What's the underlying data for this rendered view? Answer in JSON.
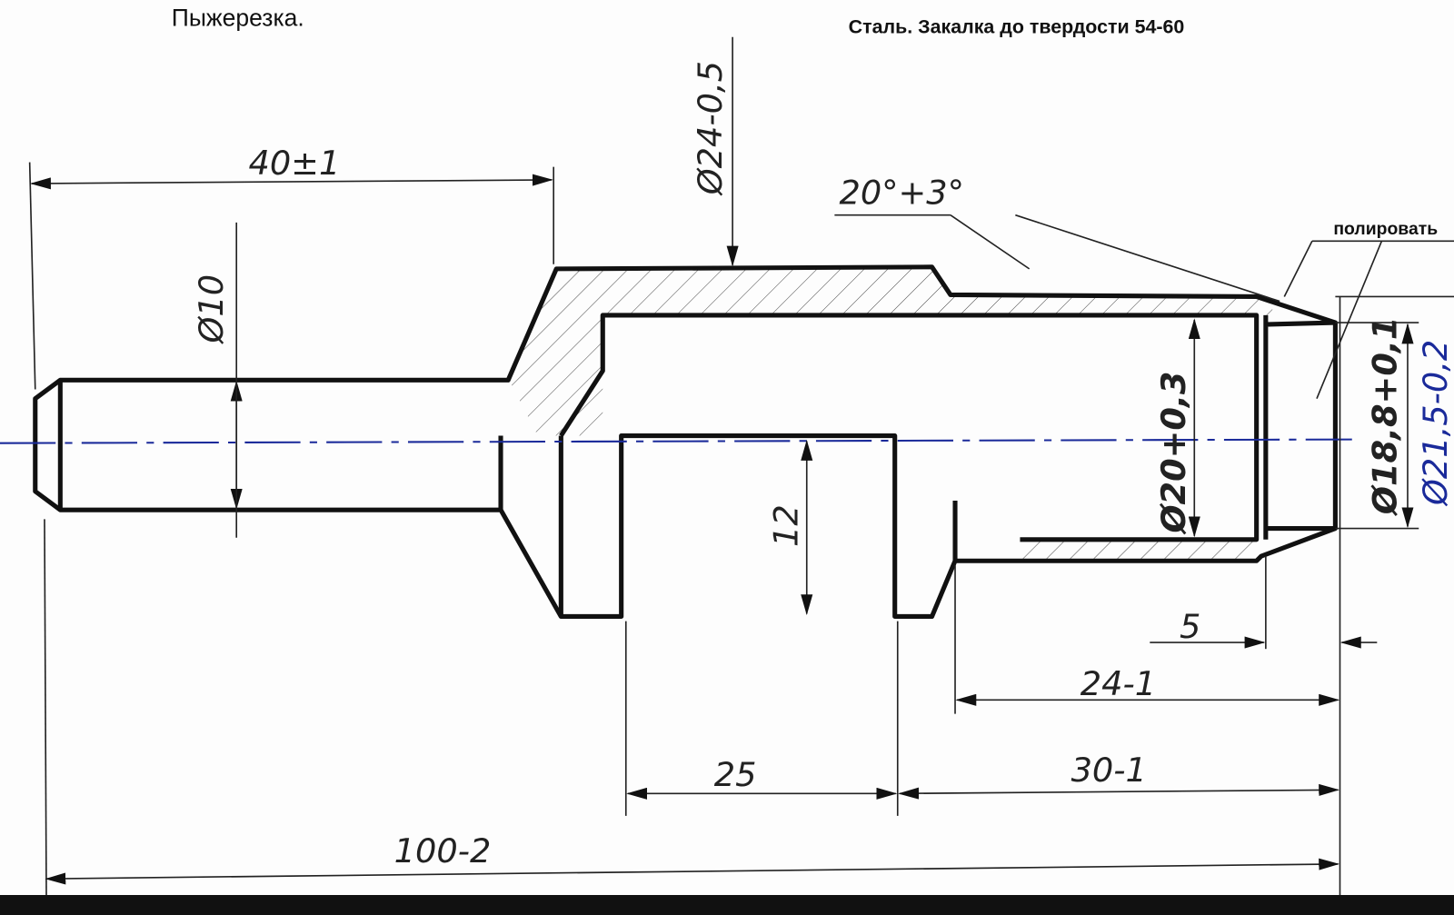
{
  "title": "Пыжерезка.",
  "material_note": "Сталь. Закалка до твердости 54-60",
  "polish_note": "полировать",
  "dimensions": {
    "len_40": "40±1",
    "dia_10": "Ø10",
    "dia_24": "Ø24-0,5",
    "angle": "20°+3°",
    "dia_20": "Ø20+0,3",
    "dia_18_8": "Ø18,8+0,1",
    "dia_21_5": "Ø21,5-0,2",
    "h_12": "12",
    "len_5": "5",
    "len_24": "24-1",
    "len_25": "25",
    "len_30": "30-1",
    "len_100": "100-2"
  }
}
